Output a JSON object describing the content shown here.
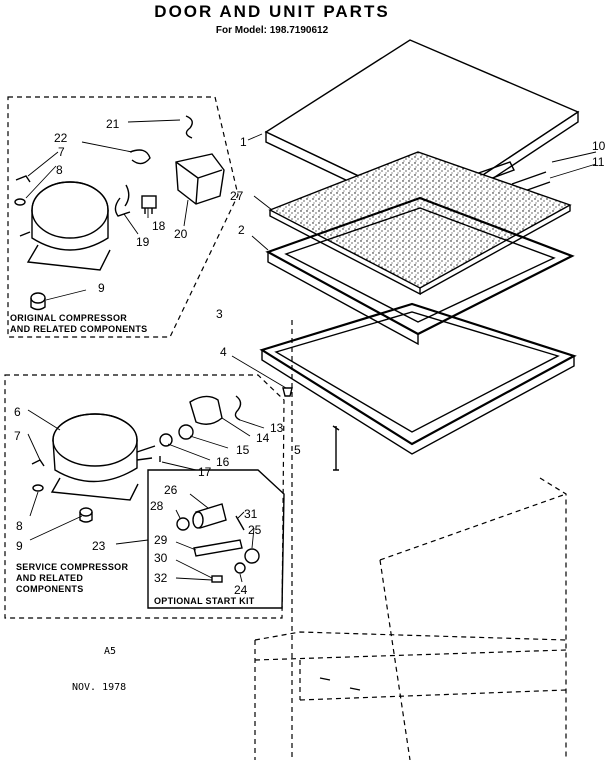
{
  "header": {
    "title": "DOOR AND UNIT PARTS",
    "model": "For Model: 198.7190612"
  },
  "original_group": {
    "caption_line1": "ORIGINAL COMPRESSOR",
    "caption_line2": "AND RELATED COMPONENTS"
  },
  "service_group": {
    "caption_line1": "SERVICE COMPRESSOR",
    "caption_line2": "AND RELATED",
    "caption_line3": "COMPONENTS"
  },
  "start_kit": {
    "caption": "OPTIONAL START KIT"
  },
  "part_numbers": [
    "1",
    "2",
    "3",
    "4",
    "5",
    "6",
    "7",
    "8",
    "9",
    "10",
    "11",
    "13",
    "14",
    "15",
    "16",
    "17",
    "18",
    "19",
    "20",
    "21",
    "22",
    "23",
    "24",
    "25",
    "26",
    "27",
    "28",
    "29",
    "30",
    "31",
    "32"
  ],
  "footer": {
    "code": "A5",
    "date": "NOV. 1978"
  },
  "colors": {
    "ink": "#000000",
    "paper": "#ffffff"
  }
}
